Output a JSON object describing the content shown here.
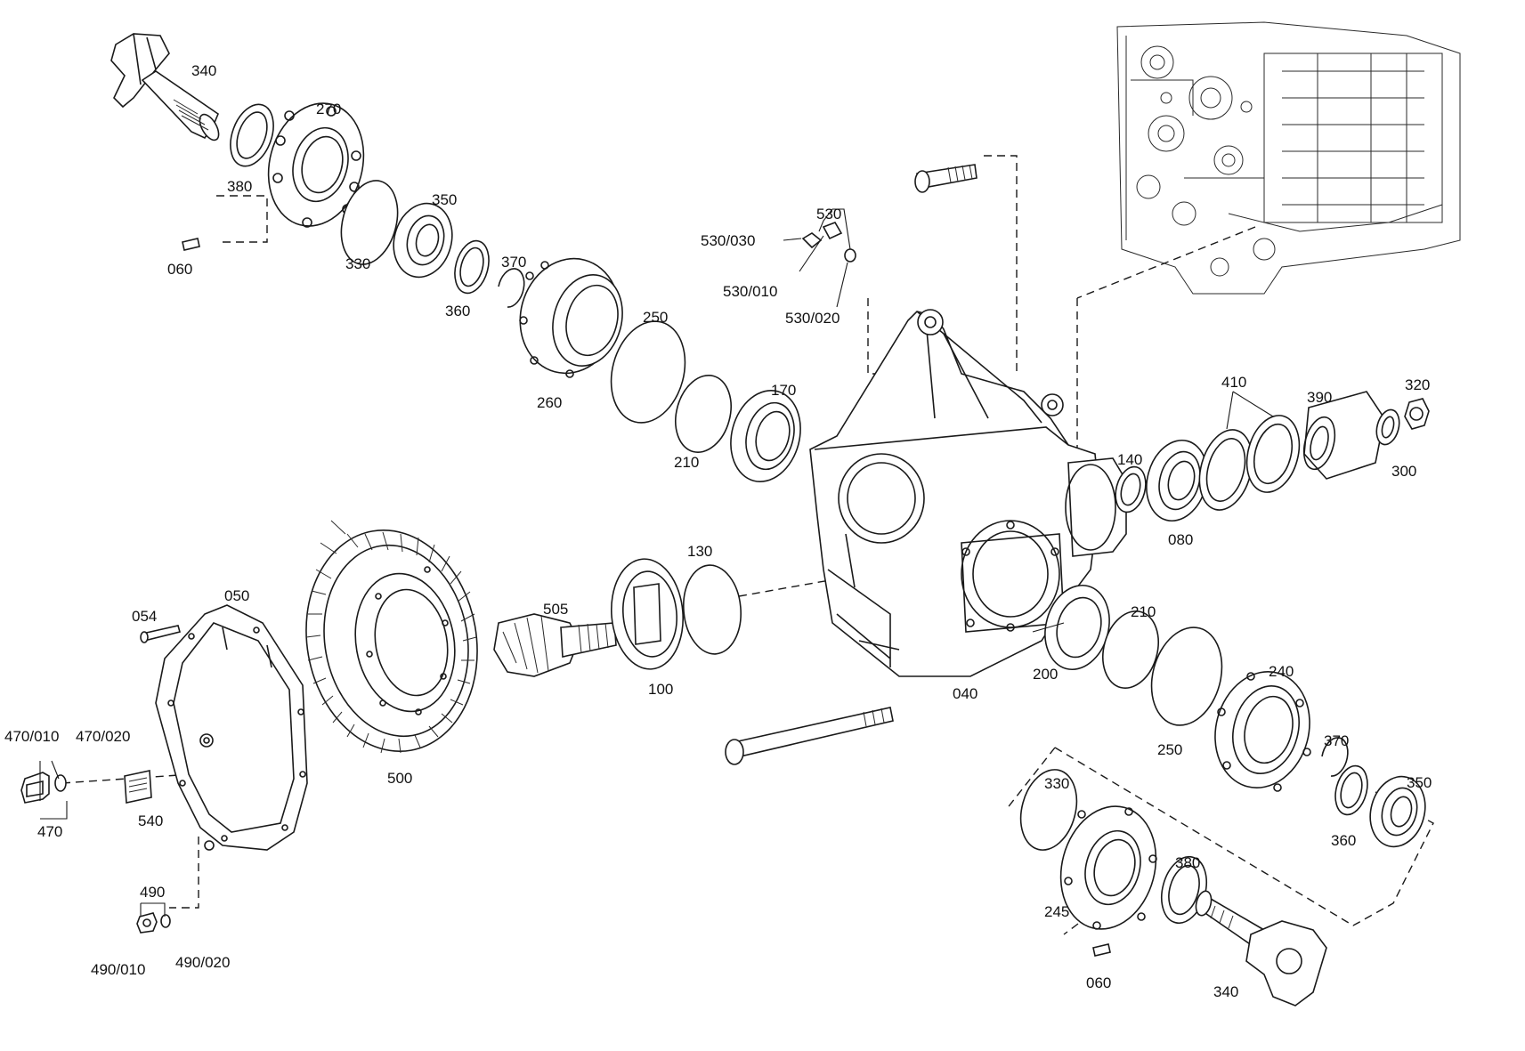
{
  "labels": {
    "l340a": "340",
    "l270": "270",
    "l380a": "380",
    "l350a": "350",
    "l060a": "060",
    "l330a": "330",
    "l370a": "370",
    "l360a": "360",
    "l250a": "250",
    "l260": "260",
    "l170": "170",
    "l210a": "210",
    "l530": "530",
    "l530_030": "530/030",
    "l530_010": "530/010",
    "l530_020": "530/020",
    "l410": "410",
    "l390": "390",
    "l320": "320",
    "l140": "140",
    "l300": "300",
    "l080": "080",
    "l130": "130",
    "l050": "050",
    "l054": "054",
    "l505": "505",
    "l210b": "210",
    "l240": "240",
    "l470_010": "470/010",
    "l470_020": "470/020",
    "l100": "100",
    "l040": "040",
    "l200": "200",
    "l250b": "250",
    "l370b": "370",
    "l330b": "330",
    "l350b": "350",
    "l500": "500",
    "l540": "540",
    "l470": "470",
    "l360b": "360",
    "l380b": "380",
    "l490": "490",
    "l245": "245",
    "l490_010": "490/010",
    "l490_020": "490/020",
    "l060b": "060",
    "l340b": "340"
  }
}
